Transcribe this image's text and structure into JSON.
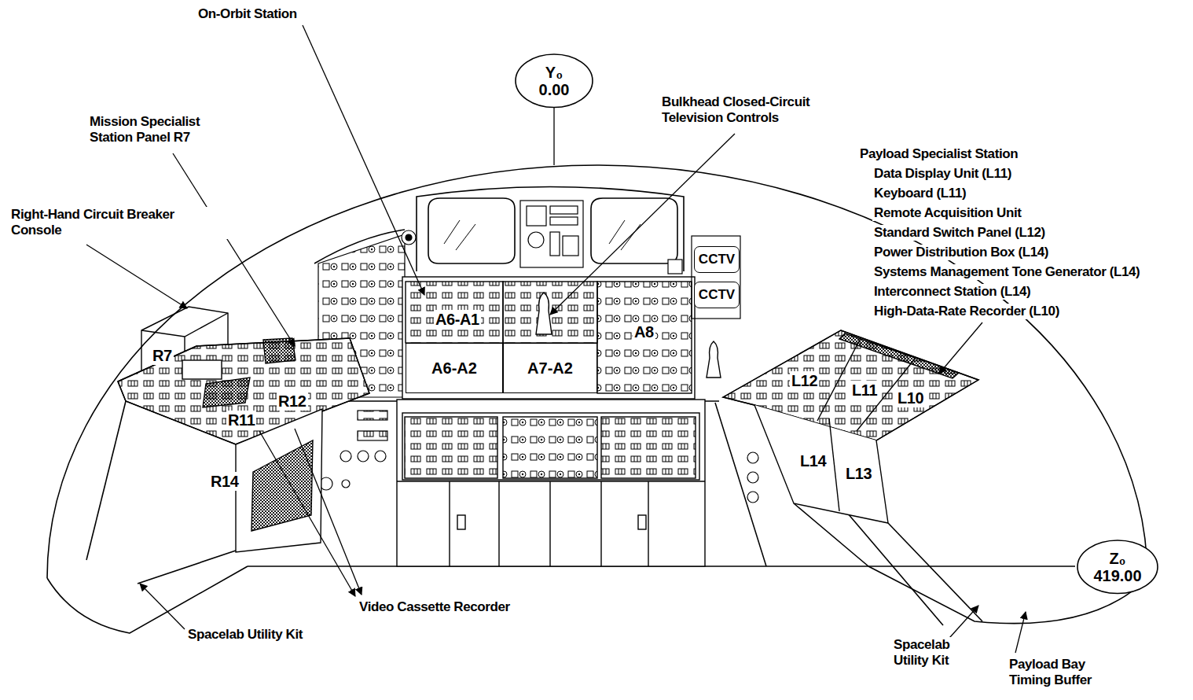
{
  "diagram": {
    "nodes": [
      {
        "text": [
          "Y₀",
          "0.00"
        ]
      },
      {
        "text": [
          "CCTV"
        ]
      },
      {
        "text": [
          "CCTV"
        ]
      },
      {
        "text": [
          "A6-A2"
        ]
      },
      {
        "text": [
          "A7-A2"
        ]
      },
      {
        "text": [
          "Z₀",
          "419.00"
        ]
      }
    ],
    "labels": [
      "On-Orbit Station",
      "Mission Specialist Station Panel R7",
      "Right-Hand Circuit Breaker Console",
      "Bulkhead Closed-Circuit Television Controls",
      "Payload Specialist Station",
      "Data Display Unit (L11)",
      "Keyboard (L11)",
      "Remote Acquisition Unit",
      "Standard Switch Panel (L12)",
      "Power Distribution Box (L14)",
      "Systems Management Tone Generator (L14)",
      "Interconnect Station (L14)",
      "High-Data-Rate Recorder (L10)",
      "R7",
      "R12",
      "R11",
      "A6-A1",
      "A8",
      "L12",
      "L11",
      "L10",
      "R14",
      "L14",
      "L13",
      "Video Cassette Recorder",
      "Spacelab Utility Kit",
      "Spacelab Utility Kit",
      "Payload Bay Timing Buffer"
    ]
  }
}
